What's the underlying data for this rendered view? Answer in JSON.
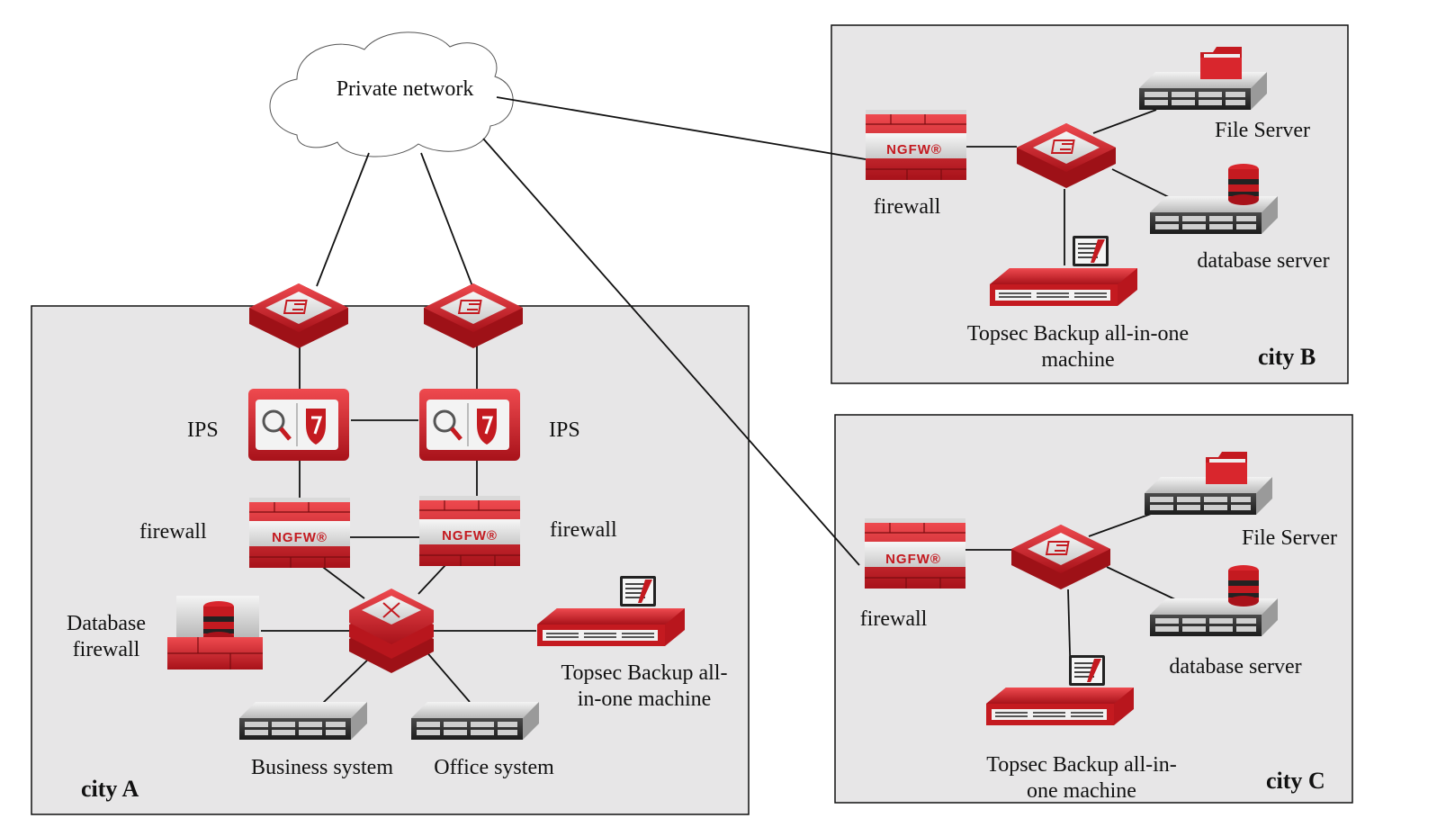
{
  "cloud": {
    "label": "Private network"
  },
  "cityA": {
    "name": "city A",
    "ips_left": "IPS",
    "ips_right": "IPS",
    "fw_left": "firewall",
    "fw_right": "firewall",
    "dbfw_line1": "Database",
    "dbfw_line2": "firewall",
    "backup_line1": "Topsec Backup all-",
    "backup_line2": "in-one machine",
    "business": "Business system",
    "office": "Office system"
  },
  "cityB": {
    "name": "city B",
    "firewall": "firewall",
    "file_server": "File Server",
    "db_server": "database server",
    "backup_line1": "Topsec Backup all-in-one",
    "backup_line2": "machine"
  },
  "cityC": {
    "name": "city C",
    "firewall": "firewall",
    "file_server": "File Server",
    "db_server": "database server",
    "backup_line1": "Topsec Backup all-in-",
    "backup_line2": "one machine"
  },
  "device_text": {
    "ngfw": "NGFW®"
  },
  "colors": {
    "accent": "#d0222a",
    "panel": "#e7e6e7",
    "line": "#111111"
  }
}
